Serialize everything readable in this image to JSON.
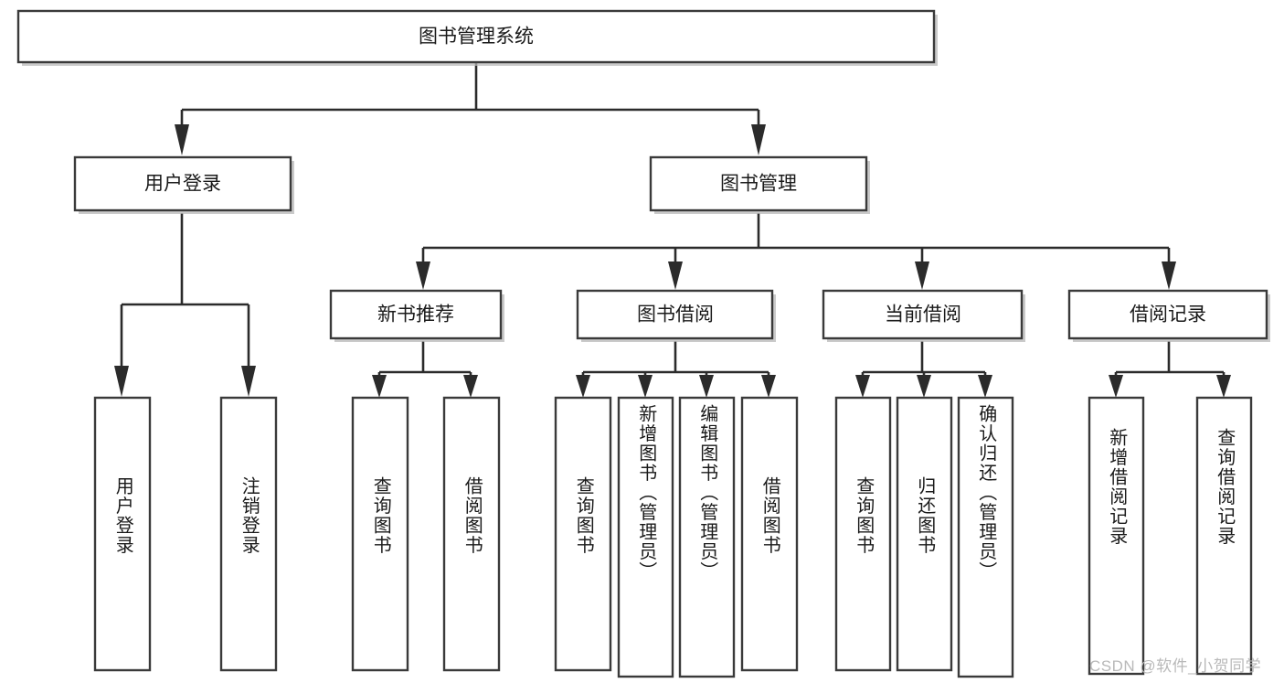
{
  "diagram": {
    "title": "图书管理系统",
    "type": "tree-hierarchy-chart",
    "watermark": "CSDN @软件_小贺同学",
    "colors": {
      "box_fill": "#ffffff",
      "box_stroke": "#3a3a3a",
      "connector": "#2b2b2b",
      "text": "#1a1a1a",
      "watermark": "#b9b9b9",
      "background": "#ffffff"
    },
    "root": {
      "label": "图书管理系统"
    },
    "level2": [
      {
        "label": "用户登录"
      },
      {
        "label": "图书管理"
      }
    ],
    "level3": [
      {
        "label": "新书推荐"
      },
      {
        "label": "图书借阅"
      },
      {
        "label": "当前借阅"
      },
      {
        "label": "借阅记录"
      }
    ],
    "leaves_user_login": [
      {
        "label": "用户登录"
      },
      {
        "label": "注销登录"
      }
    ],
    "leaves_new_book": [
      {
        "label": "查询图书"
      },
      {
        "label": "借阅图书"
      }
    ],
    "leaves_borrow": [
      {
        "label": "查询图书"
      },
      {
        "label": "新增图书（管理员）"
      },
      {
        "label": "编辑图书（管理员）"
      },
      {
        "label": "借阅图书"
      }
    ],
    "leaves_current": [
      {
        "label": "查询图书"
      },
      {
        "label": "归还图书"
      },
      {
        "label": "确认归还（管理员）"
      }
    ],
    "leaves_records": [
      {
        "label": "新增借阅记录"
      },
      {
        "label": "查询借阅记录"
      }
    ]
  }
}
